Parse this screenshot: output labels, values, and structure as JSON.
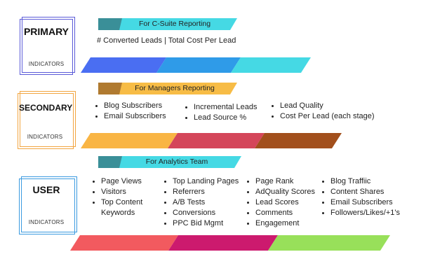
{
  "primary": {
    "title": "PRIMARY",
    "subtitle": "INDICATORS",
    "banner": "For C-Suite Reporting",
    "metrics": "# Converted Leads | Total Cost Per Lead",
    "frame_color": "#5a5ad8",
    "banner_dark": "#3a8f98",
    "banner_light": "#45d9e4",
    "bar_colors": [
      "#4a6ef2",
      "#2f9be8",
      "#45d9e4"
    ]
  },
  "secondary": {
    "title": "SECONDARY",
    "subtitle": "INDICATORS",
    "banner": "For Managers Reporting",
    "frame_color": "#f2a540",
    "banner_dark": "#b07a30",
    "banner_light": "#f7bc46",
    "bar_colors": [
      "#f9b544",
      "#d4465a",
      "#a24f1c"
    ],
    "columns": [
      [
        "Blog Subscribers",
        "Email Subscribers"
      ],
      [
        "Incremental Leads",
        "Lead Source %"
      ],
      [
        "Lead Quality",
        "Cost Per Lead (each stage)"
      ]
    ]
  },
  "user": {
    "title": "USER",
    "subtitle": "INDICATORS",
    "banner": "For Analytics Team",
    "frame_color": "#3a9ae0",
    "banner_dark": "#3a8f98",
    "banner_light": "#45d9e4",
    "bar_colors": [
      "#f25a5f",
      "#cc1a6e",
      "#98e05a"
    ],
    "columns": [
      [
        "Page Views",
        "Visitors",
        "Top Content",
        "Keywords"
      ],
      [
        "Top Landing Pages",
        "Referrers",
        "A/B Tests",
        "Conversions",
        "PPC Bid Mgmt"
      ],
      [
        "Page Rank",
        "AdQuality Scores",
        "Lead Scores",
        "Comments",
        "Engagement"
      ],
      [
        "Blog Traffiic",
        "Content Shares",
        "Email Subscribers",
        "Followers/Likes/+1's"
      ]
    ]
  }
}
